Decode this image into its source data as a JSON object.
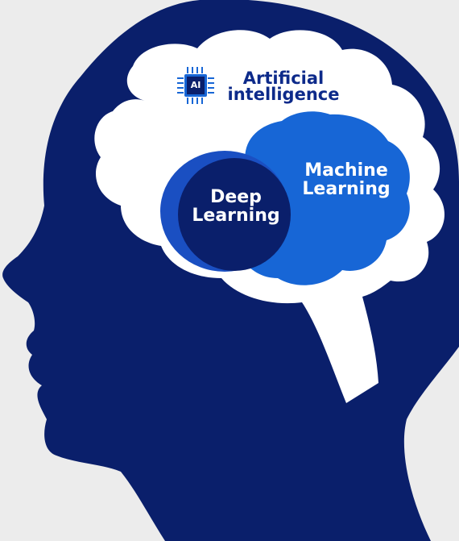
{
  "diagram": {
    "outer_label": "Artificial intelligence",
    "outer_label_lines": [
      "Artificial",
      "intelligence"
    ],
    "middle_label_lines": [
      "Machine",
      "Learning"
    ],
    "inner_label_lines": [
      "Deep",
      "Learning"
    ],
    "chip_icon_text": "AI"
  },
  "colors": {
    "background": "#ececec",
    "head": "#0a1f6b",
    "brain_cloud": "#ffffff",
    "machine_learning": "#1766d6",
    "deep_learning_shadow": "#1a4fc2",
    "deep_learning": "#0a1f6b",
    "outer_text": "#0d2a8a"
  }
}
